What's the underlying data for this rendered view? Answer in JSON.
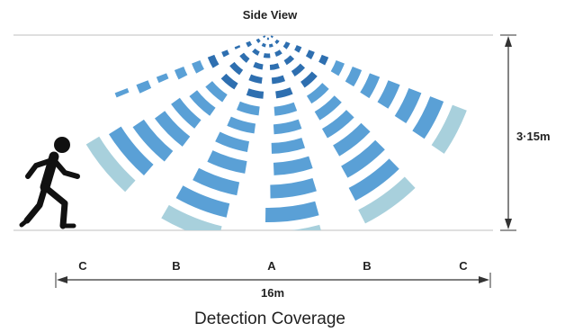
{
  "title": "Side View",
  "height_label": "3·15m",
  "width_label": "16m",
  "caption": "Detection Coverage",
  "zones": [
    "C",
    "B",
    "A",
    "B",
    "C"
  ],
  "colors": {
    "line": "#cccccc",
    "dimension": "#333333",
    "figure": "#111111",
    "beam_inner": "#2e6fb0",
    "beam_middle": "#5aa0d6",
    "beam_outer": "#a8d0dc"
  },
  "icons": [
    "person-walking-icon"
  ]
}
